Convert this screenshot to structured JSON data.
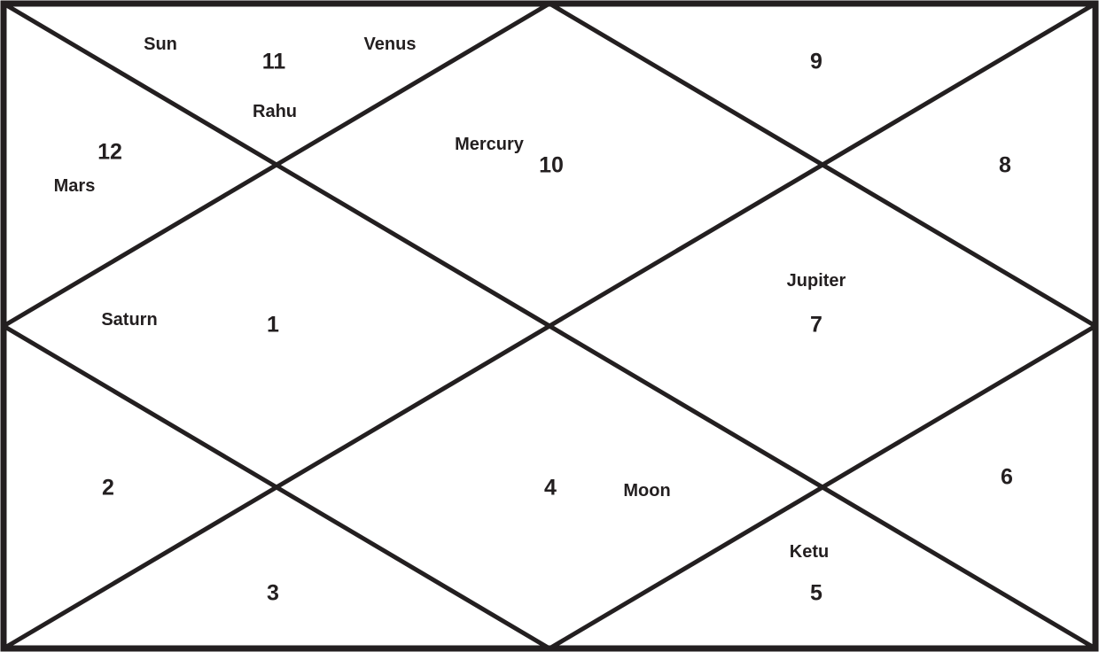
{
  "houses": {
    "h1": "1",
    "h2": "2",
    "h3": "3",
    "h4": "4",
    "h5": "5",
    "h6": "6",
    "h7": "7",
    "h8": "8",
    "h9": "9",
    "h10": "10",
    "h11": "11",
    "h12": "12"
  },
  "planets": {
    "sun": "Sun",
    "venus": "Venus",
    "rahu": "Rahu",
    "mercury": "Mercury",
    "mars": "Mars",
    "saturn": "Saturn",
    "jupiter": "Jupiter",
    "moon": "Moon",
    "ketu": "Ketu"
  },
  "colors": {
    "ink": "#231f20",
    "background": "#ffffff"
  }
}
